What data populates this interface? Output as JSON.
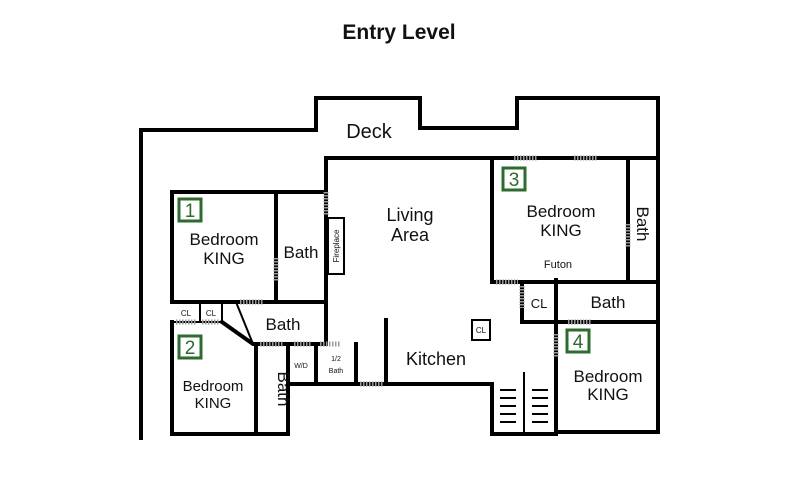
{
  "title": "Entry Level",
  "colors": {
    "wall": "#000000",
    "badge": "#2e6b2e",
    "door": "#9a9a9a"
  },
  "rooms": {
    "deck": "Deck",
    "living": [
      "Living",
      "Area"
    ],
    "kitchen": "Kitchen",
    "fireplace": "Fireplace",
    "half_bath": [
      "1/2",
      "Bath"
    ],
    "washer_dryer": "W/D",
    "closet": "CL",
    "futon": "Futon",
    "bedroom_1": {
      "badge": "1",
      "lines": [
        "Bedroom",
        "KING"
      ]
    },
    "bedroom_2": {
      "badge": "2",
      "lines": [
        "Bedroom",
        "KING"
      ]
    },
    "bedroom_3": {
      "badge": "3",
      "lines": [
        "Bedroom",
        "KING"
      ]
    },
    "bedroom_4": {
      "badge": "4",
      "lines": [
        "Bedroom",
        "KING"
      ]
    },
    "bath": "Bath"
  }
}
